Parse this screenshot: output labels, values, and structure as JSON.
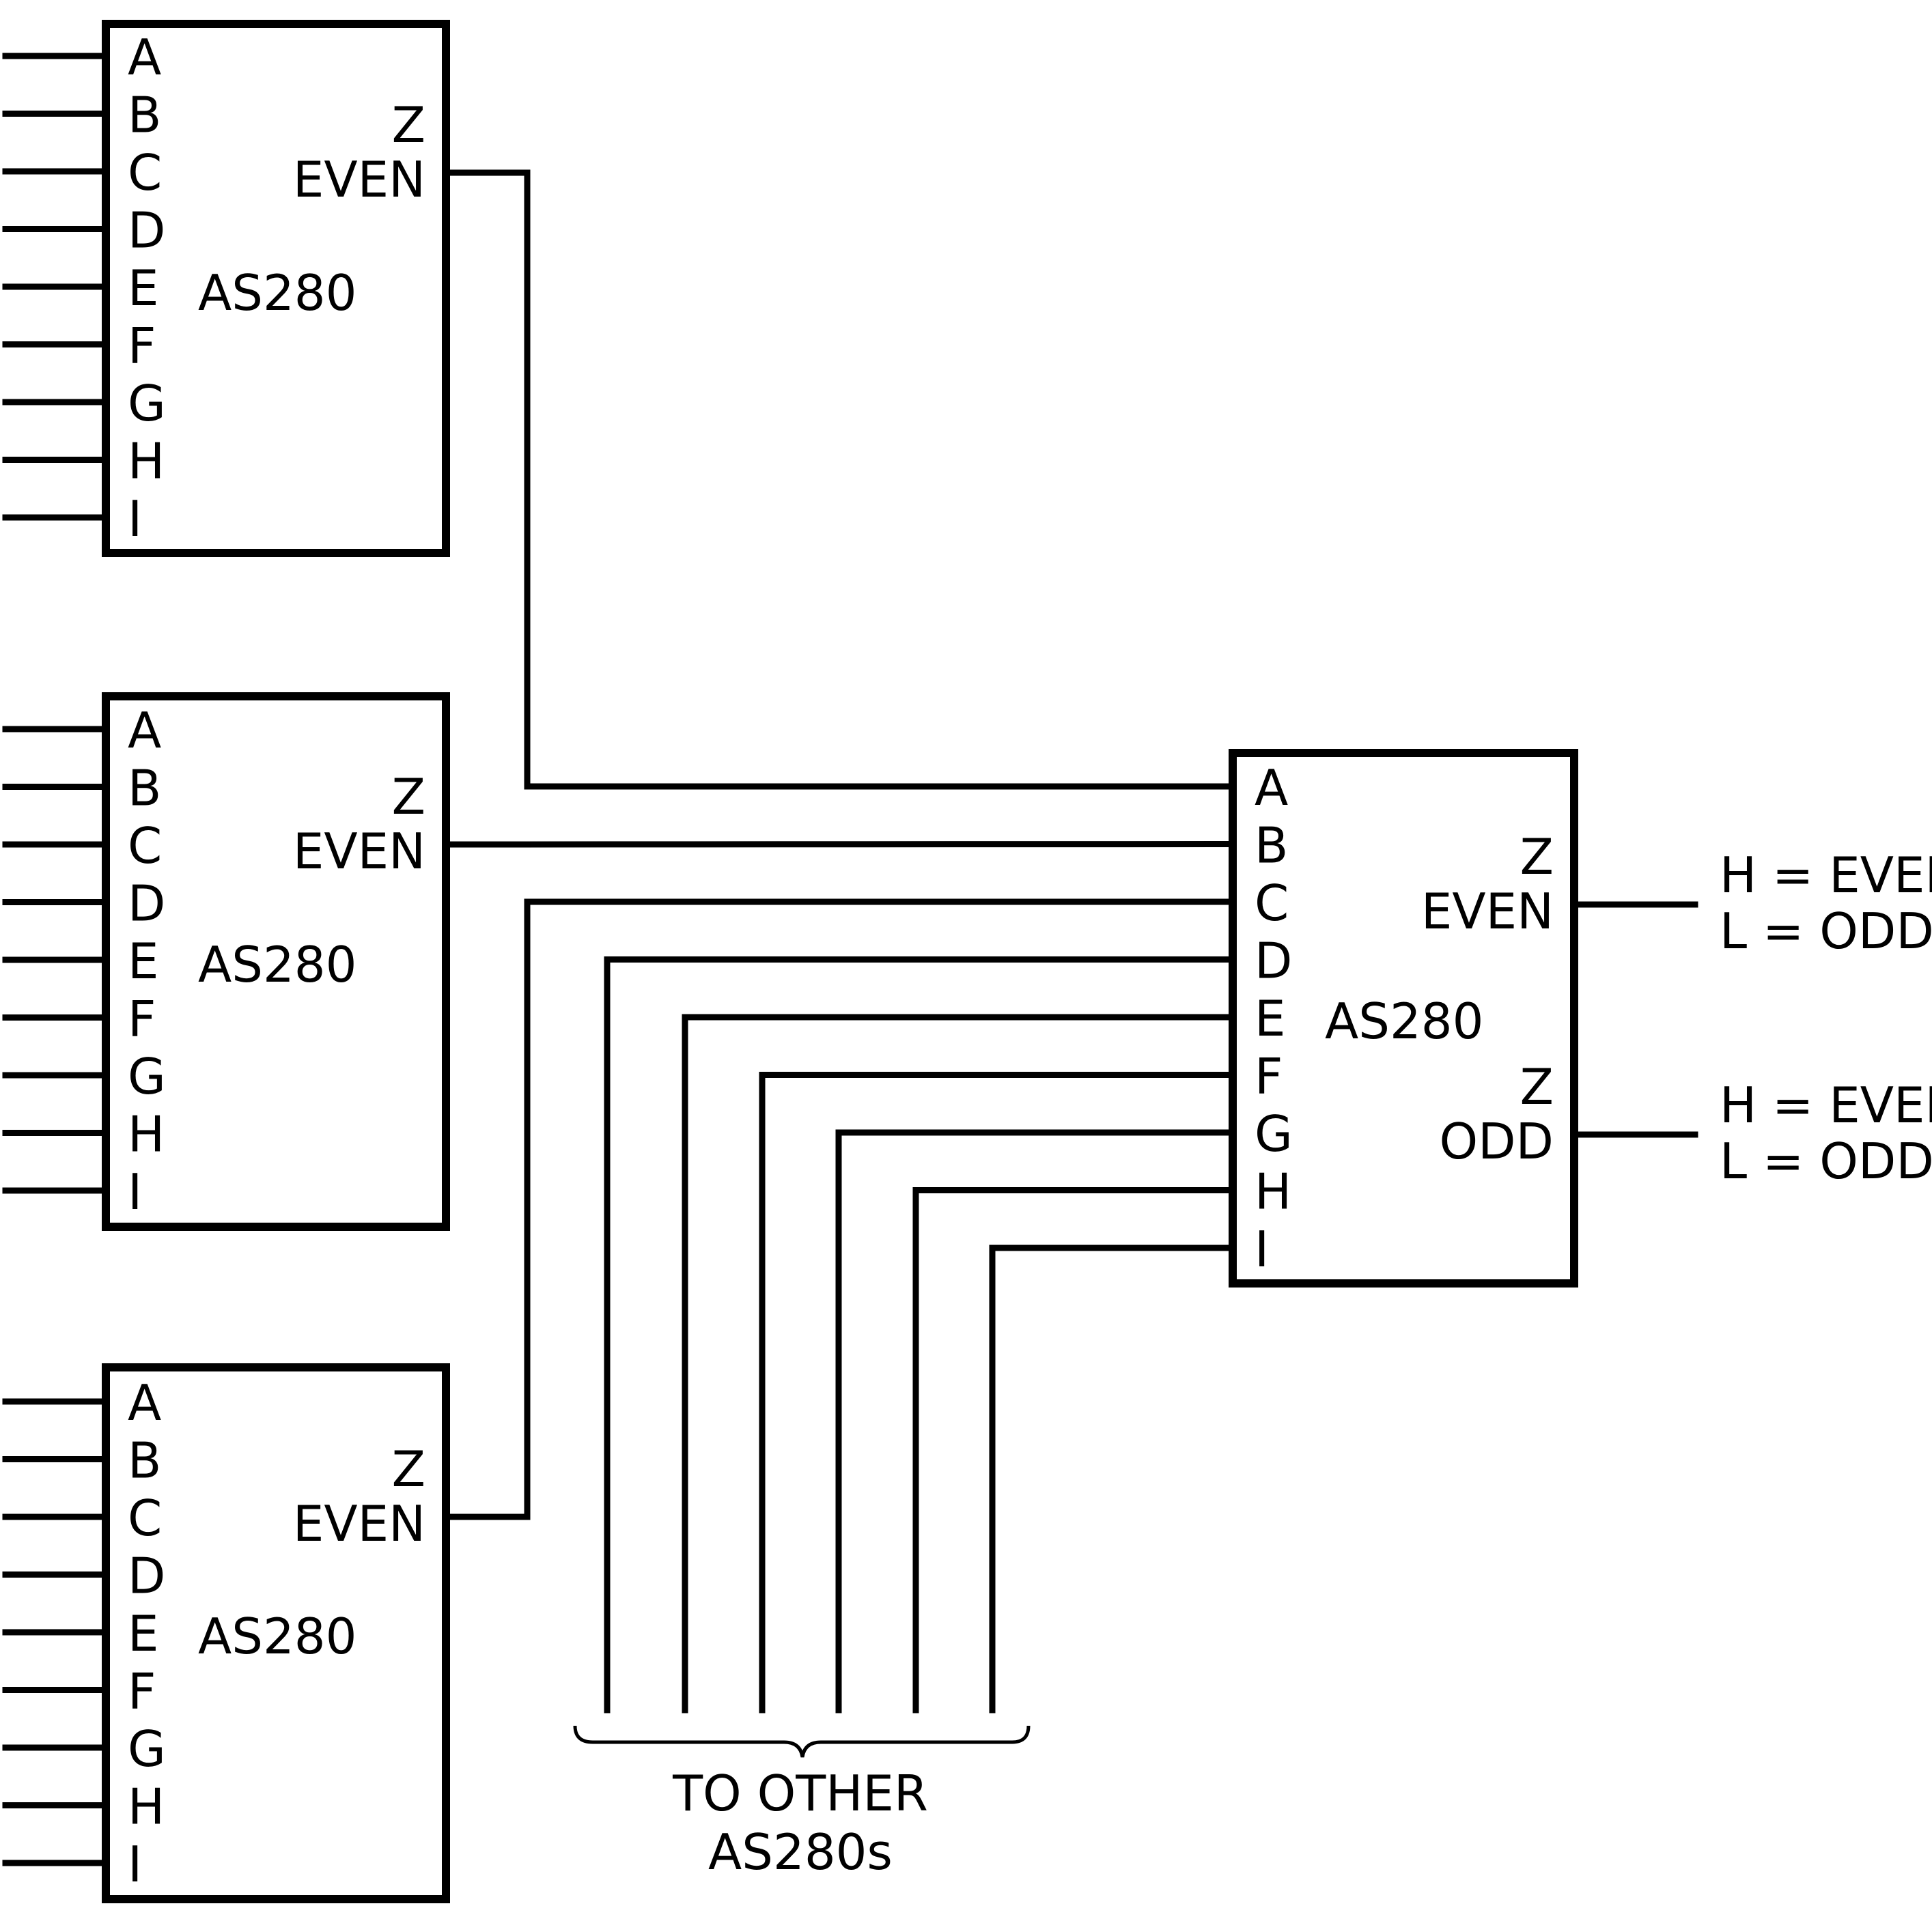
{
  "chips": [
    {
      "name": "AS280",
      "inputs": [
        "A",
        "B",
        "C",
        "D",
        "E",
        "F",
        "G",
        "H",
        "I"
      ],
      "outputs": [
        {
          "line1": "Z",
          "line2": "EVEN"
        }
      ]
    },
    {
      "name": "AS280",
      "inputs": [
        "A",
        "B",
        "C",
        "D",
        "E",
        "F",
        "G",
        "H",
        "I"
      ],
      "outputs": [
        {
          "line1": "Z",
          "line2": "EVEN"
        }
      ]
    },
    {
      "name": "AS280",
      "inputs": [
        "A",
        "B",
        "C",
        "D",
        "E",
        "F",
        "G",
        "H",
        "I"
      ],
      "outputs": [
        {
          "line1": "Z",
          "line2": "EVEN"
        }
      ]
    },
    {
      "name": "AS280",
      "inputs": [
        "A",
        "B",
        "C",
        "D",
        "E",
        "F",
        "G",
        "H",
        "I"
      ],
      "outputs": [
        {
          "line1": "Z",
          "line2": "EVEN"
        },
        {
          "line1": "Z",
          "line2": "ODD"
        }
      ]
    }
  ],
  "output_notes": [
    {
      "line1": "H = EVEN",
      "line2": "L = ODD"
    },
    {
      "line1": "H = EVEN",
      "line2": "L = ODD"
    }
  ],
  "brace_label": {
    "line1": "TO  OTHER",
    "line2": "AS280s"
  },
  "colors": {
    "ink": "#000000",
    "background": "#ffffff"
  }
}
